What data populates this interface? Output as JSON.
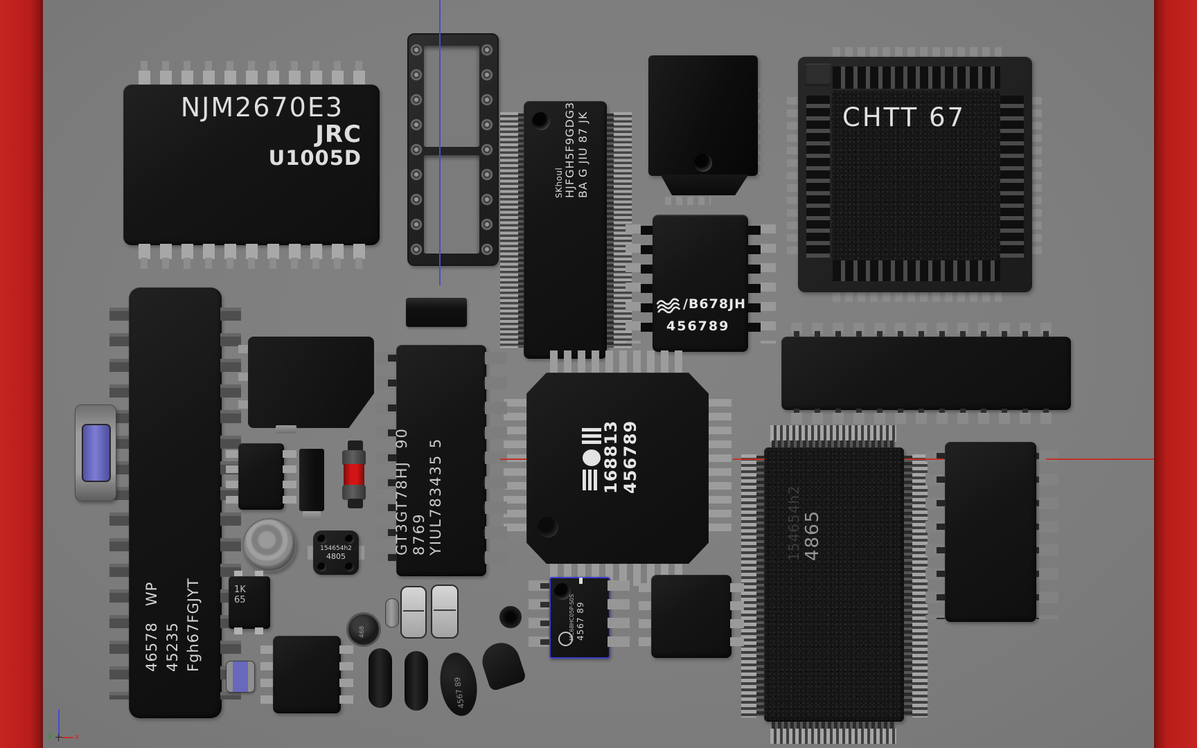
{
  "colors": {
    "background": "#7d7d7d",
    "band": "#b81d1a",
    "x_axis": "#c23026",
    "z_axis": "#4a4acc",
    "selection": "#3c3cd0"
  },
  "gizmo": {
    "x_label": "x",
    "y_label": "y"
  },
  "chips": {
    "njm": {
      "line1": "NJM2670E3",
      "line2": "JRC",
      "line3": "U1005D"
    },
    "skhoul": {
      "line1": "SKhoul",
      "line2": "HJFGH5F9GDG3",
      "line3": "BA G JIU 87 JK"
    },
    "chtt": {
      "line1": "CHTT 67"
    },
    "b678": {
      "line1": "/B678JH",
      "line2": "456789"
    },
    "qfp": {
      "line1": "168813",
      "line2": "456789"
    },
    "left_dip": {
      "line1": "46578   WP",
      "line2": "45235",
      "line3": "Fgh67FGJYT"
    },
    "gt3": {
      "line1": "GT3GT78HJ  90",
      "line2": "8769",
      "line3": "YIUL783435 5"
    },
    "qfn": {
      "line1": "154654h2",
      "line2": "4805"
    },
    "flash": {
      "line1": "154654h2",
      "line2": "4865"
    },
    "dip8": {
      "line1": "MC68HC05P-S0S",
      "line2": "4567 89"
    },
    "sot": {
      "line1": "1K",
      "line2": "65"
    },
    "oval_cap": {
      "line1": "4567 89"
    },
    "round_cap": {
      "line1": "468"
    }
  }
}
